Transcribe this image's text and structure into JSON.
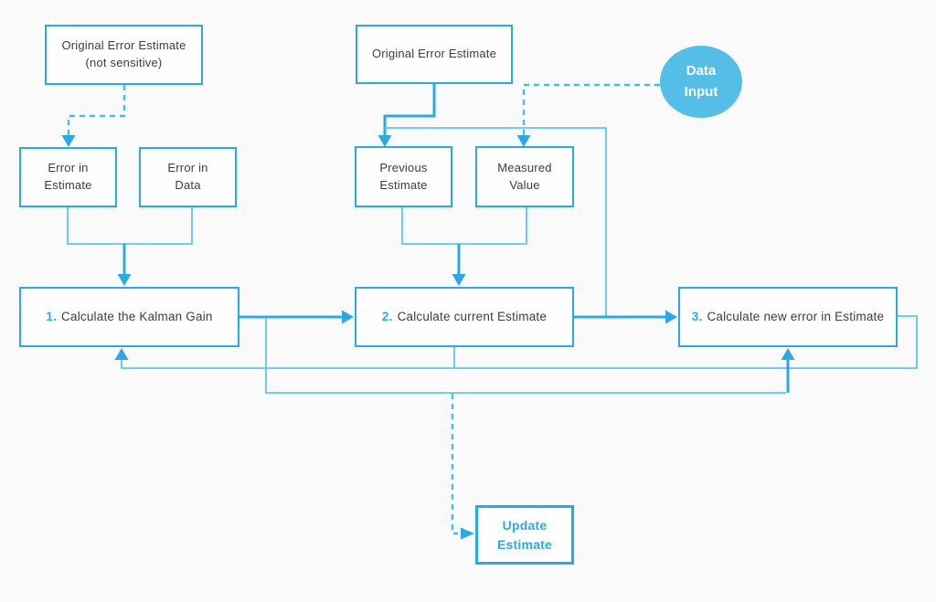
{
  "diagram": {
    "type": "flowchart",
    "subject": "Kalman filter calculation loop"
  },
  "nodes": {
    "original_error_estimate_left": {
      "label": "Original Error Estimate\n(not sensitive)"
    },
    "original_error_estimate_mid": {
      "label": "Original Error Estimate"
    },
    "error_in_estimate": {
      "label": "Error in\nEstimate"
    },
    "error_in_data": {
      "label": "Error in\nData"
    },
    "previous_estimate": {
      "label": "Previous\nEstimate"
    },
    "measured_value": {
      "label": "Measured\nValue"
    },
    "step1": {
      "number": "1.",
      "label": "Calculate the Kalman Gain"
    },
    "step2": {
      "number": "2.",
      "label": "Calculate current Estimate"
    },
    "step3": {
      "number": "3.",
      "label": "Calculate new error in Estimate"
    },
    "data_input": {
      "label": "Data\nInput"
    },
    "update_estimate": {
      "label": "Update\nEstimate"
    }
  },
  "colors": {
    "accent_blue": "#2da9e1",
    "thin_line_blue": "#5ec5ee",
    "dashed_line_blue": "#47bce9",
    "circle_fill": "#54bee6",
    "node_fill": "#fefefe",
    "text_dark": "#3d3d3d",
    "background": "#fafafa"
  }
}
